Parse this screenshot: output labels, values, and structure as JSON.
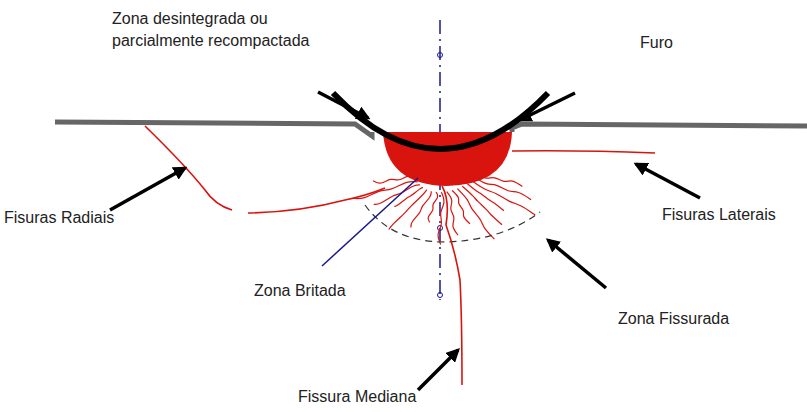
{
  "diagram": {
    "labels": [
      "Zona desintegrada ou parcialmente recompactada",
      "Furo",
      "Fisuras Radiais",
      "Fisuras Laterais",
      "Zona Britada",
      "Zona Fissurada",
      "Fissura Mediana"
    ]
  }
}
